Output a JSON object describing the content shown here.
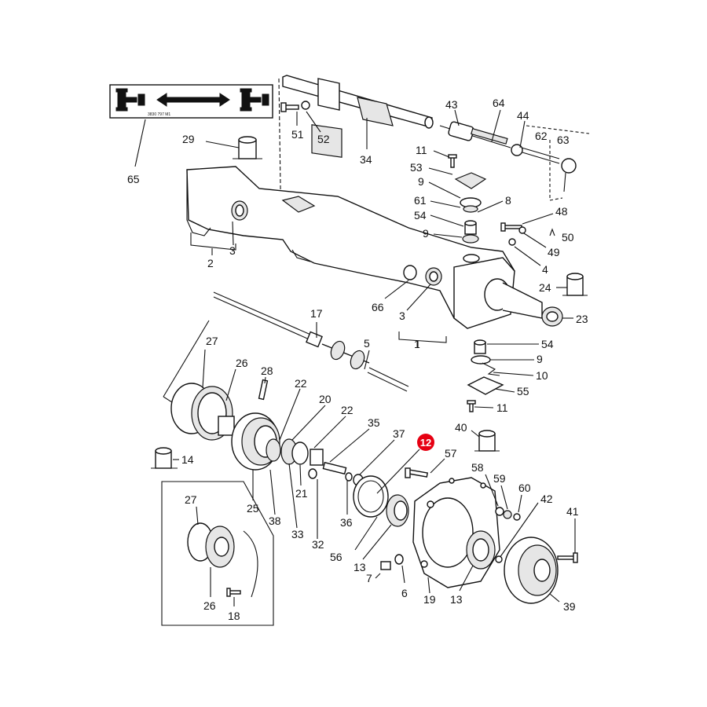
{
  "diagram": {
    "highlight_color": "#e60012",
    "line_color": "#111111",
    "background": "#ffffff",
    "decal_code": "3830 797 M1",
    "labels": {
      "p1": "1",
      "p2": "2",
      "p3a": "3",
      "p3b": "3",
      "p4": "4",
      "p5": "5",
      "p6": "6",
      "p7": "7",
      "p8": "8",
      "p9a": "9",
      "p9b": "9",
      "p9c": "9",
      "p10": "10",
      "p11a": "11",
      "p11b": "11",
      "p12": "12",
      "p13a": "13",
      "p13b": "13",
      "p14": "14",
      "p17": "17",
      "p18": "18",
      "p19": "19",
      "p20": "20",
      "p21": "21",
      "p22a": "22",
      "p22b": "22",
      "p23": "23",
      "p24": "24",
      "p25": "25",
      "p26a": "26",
      "p26b": "26",
      "p27a": "27",
      "p27b": "27",
      "p28": "28",
      "p29": "29",
      "p32": "32",
      "p33": "33",
      "p34": "34",
      "p35": "35",
      "p36": "36",
      "p37": "37",
      "p38": "38",
      "p39": "39",
      "p40": "40",
      "p41": "41",
      "p42": "42",
      "p43": "43",
      "p44": "44",
      "p48": "48",
      "p49": "49",
      "p50": "50",
      "p51": "51",
      "p52": "52",
      "p53": "53",
      "p54a": "54",
      "p54b": "54",
      "p55": "55",
      "p56": "56",
      "p57": "57",
      "p58": "58",
      "p59": "59",
      "p60": "60",
      "p61": "61",
      "p62": "62",
      "p63": "63",
      "p64": "64",
      "p65": "65",
      "p66": "66"
    }
  }
}
